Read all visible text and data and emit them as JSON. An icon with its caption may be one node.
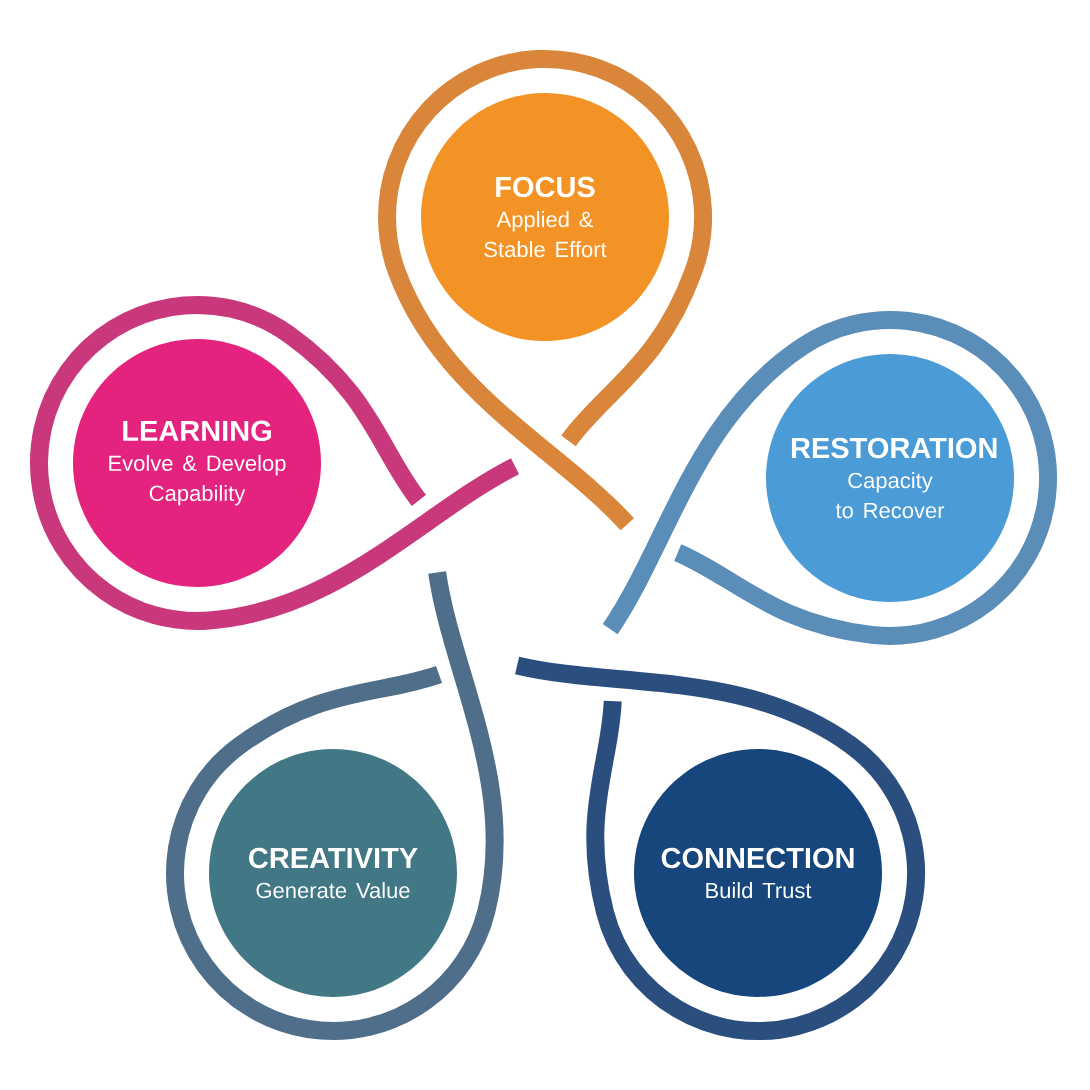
{
  "diagram": {
    "nodes": [
      {
        "text": [
          "FOCUS",
          "Applied & Stable Effort"
        ]
      },
      {
        "text": [
          "LEARNING",
          "Evolve & Develop Capability"
        ]
      },
      {
        "text": [
          "RESTORATION",
          "Capacity to Recover"
        ]
      },
      {
        "text": [
          "CREATIVITY",
          "Generate Value"
        ]
      },
      {
        "text": [
          "CONNECTION",
          "Build Trust"
        ]
      }
    ]
  }
}
